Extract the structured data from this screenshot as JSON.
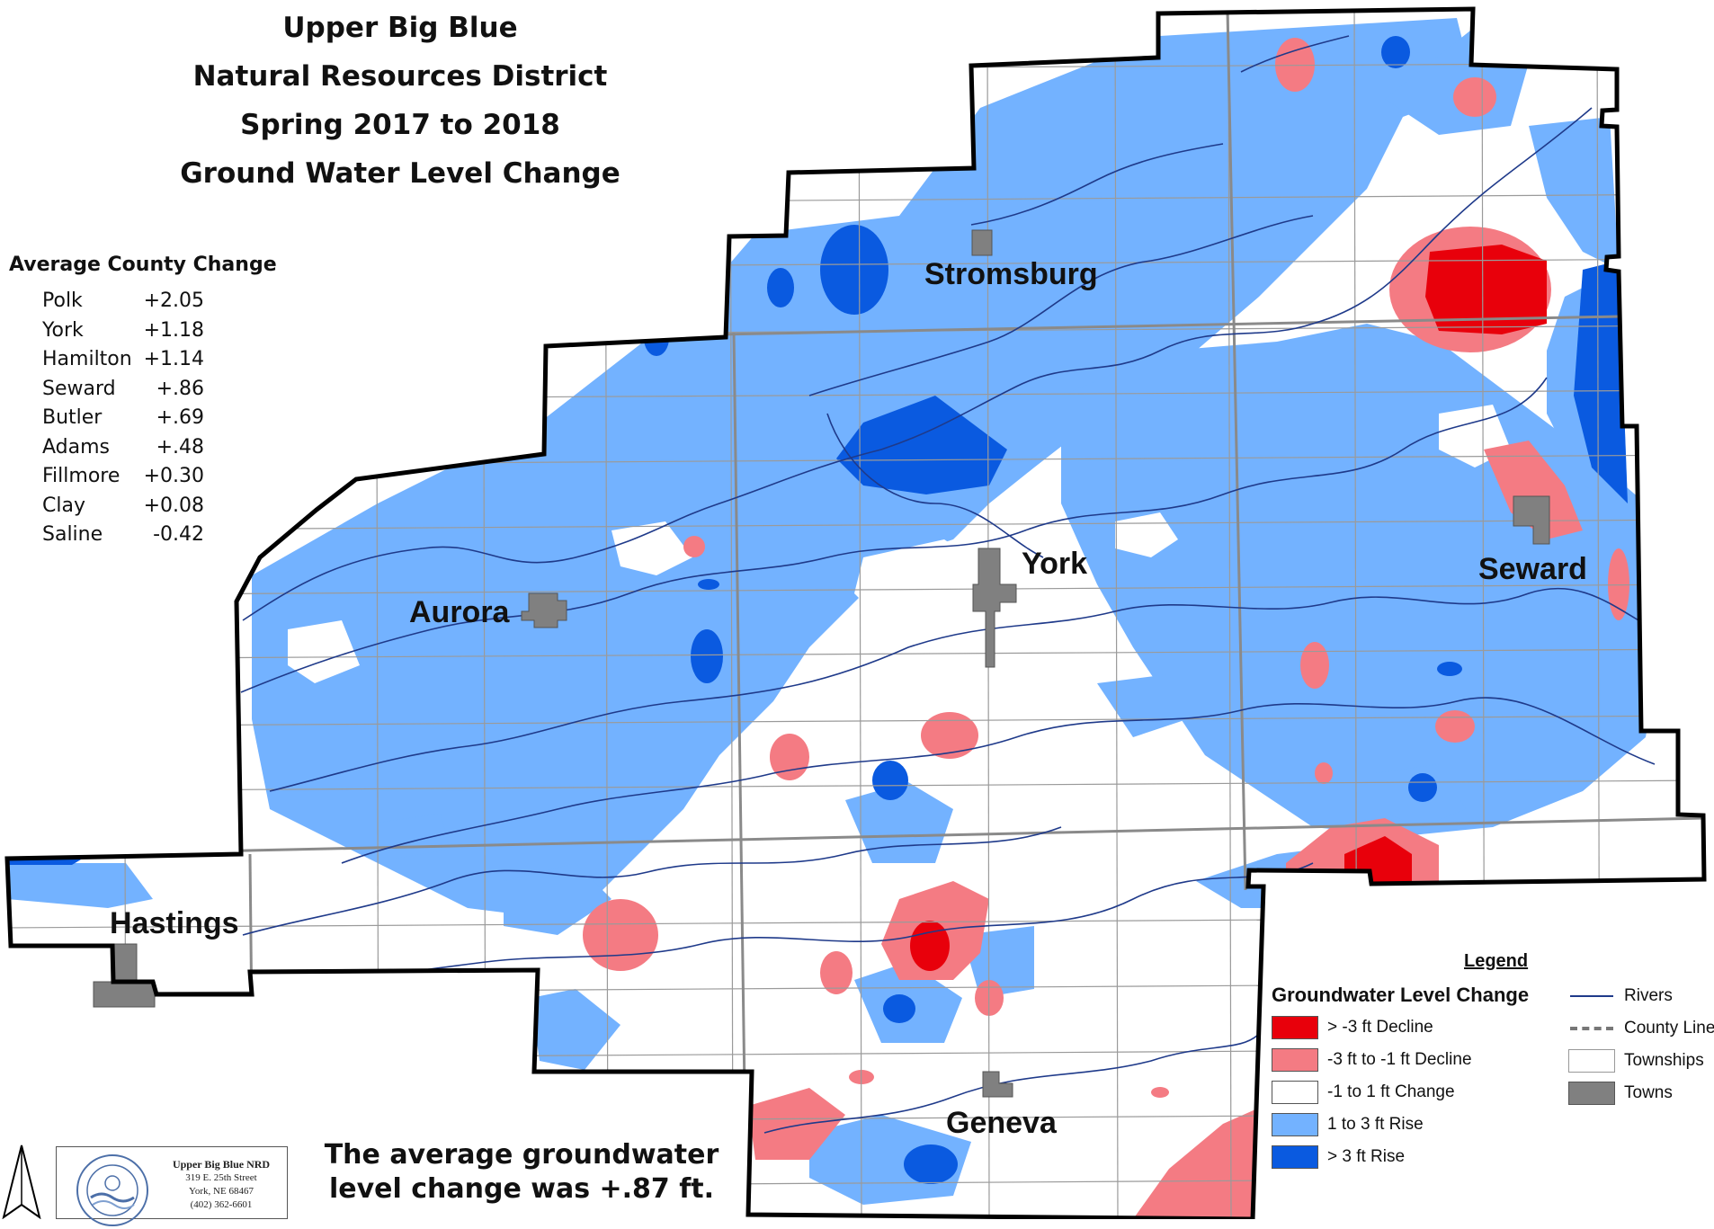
{
  "title_lines": [
    "Upper Big Blue",
    "Natural Resources District",
    "Spring 2017 to 2018",
    "Ground Water Level Change"
  ],
  "county_change": {
    "heading": "Average County Change",
    "rows": [
      {
        "county": "Polk",
        "value": "+2.05"
      },
      {
        "county": "York",
        "value": "+1.18"
      },
      {
        "county": "Hamilton",
        "value": "+1.14"
      },
      {
        "county": "Seward",
        "value": "+.86"
      },
      {
        "county": "Butler",
        "value": "+.69"
      },
      {
        "county": "Adams",
        "value": "+.48"
      },
      {
        "county": "Fillmore",
        "value": "+0.30"
      },
      {
        "county": "Clay",
        "value": "+0.08"
      },
      {
        "county": "Saline",
        "value": "-0.42"
      }
    ]
  },
  "towns": {
    "stromsburg": "Stromsburg",
    "york": "York",
    "aurora": "Aurora",
    "seward": "Seward",
    "hastings": "Hastings",
    "geneva": "Geneva"
  },
  "legend": {
    "title": "Legend",
    "subtitle": "Groundwater Level Change",
    "classes": [
      {
        "label": "> -3 ft Decline",
        "color": "#e8000b"
      },
      {
        "label": "-3 ft to -1 ft Decline",
        "color": "#f47b83"
      },
      {
        "label": "-1 to 1 ft Change",
        "color": "#ffffff"
      },
      {
        "label": "1 to 3 ft Rise",
        "color": "#73b2ff"
      },
      {
        "label": "> 3 ft Rise",
        "color": "#0a5ae0"
      }
    ],
    "reference": {
      "rivers": "Rivers",
      "county_line": "County Line",
      "townships": "Townships",
      "towns": "Towns"
    }
  },
  "footnote": {
    "line1": "The average groundwater",
    "line2": "level change was +.87  ft."
  },
  "logo": {
    "name": "Upper Big Blue NRD",
    "address1": "319 E. 25th Street",
    "address2": "York, NE 68467",
    "phone": "(402) 362-6601"
  },
  "colors": {
    "outline": "#000000",
    "river": "#1f3a8a",
    "county_line": "#8a8a8a",
    "township": "#9a9a9a",
    "town_fill": "#808080"
  }
}
